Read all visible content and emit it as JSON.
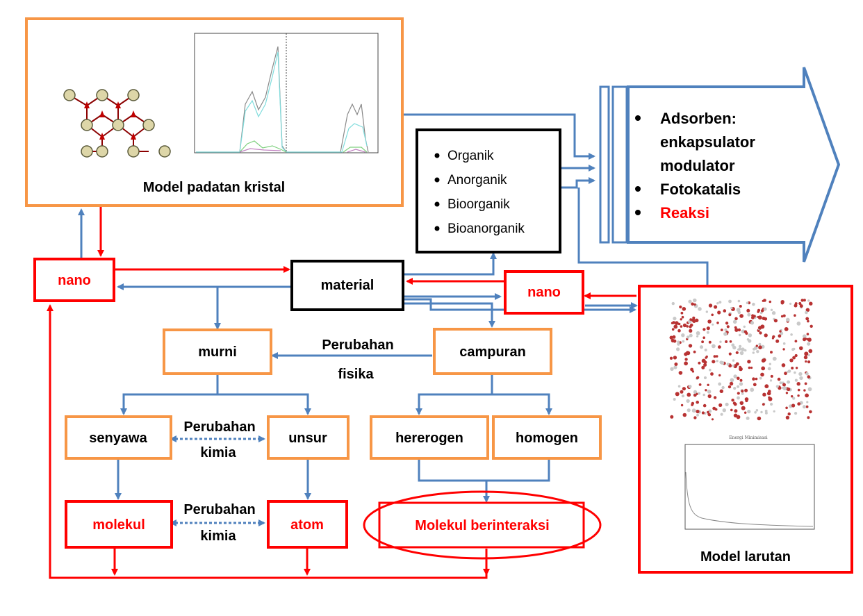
{
  "crystal_box": {
    "caption": "Model padatan kristal"
  },
  "solution_box": {
    "caption": "Model larutan",
    "plot_title": "Energi Minimisasi"
  },
  "classes_box": {
    "items": [
      "Organik",
      "Anorganik",
      "Bioorganik",
      "Bioanorganik"
    ]
  },
  "applications": {
    "items": [
      {
        "text": "Adsorben:",
        "color": "#000000"
      },
      {
        "text": "enkapsulator",
        "color": "#000000"
      },
      {
        "text": "modulator",
        "color": "#000000"
      },
      {
        "text": "Fotokatalis",
        "color": "#000000"
      },
      {
        "text": "Reaksi",
        "color": "#ff0000"
      }
    ]
  },
  "nodes": {
    "material": "material",
    "nano_left": "nano",
    "nano_right": "nano",
    "murni": "murni",
    "campuran": "campuran",
    "senyawa": "senyawa",
    "unsur": "unsur",
    "hererogen": "hererogen",
    "homogen": "homogen",
    "molekul": "molekul",
    "atom": "atom",
    "molekul_berinteraksi": "Molekul berinteraksi"
  },
  "edge_labels": {
    "perubahan_fisika_1": "Perubahan",
    "perubahan_fisika_2": "fisika",
    "perubahan_kimia_top_1": "Perubahan",
    "perubahan_kimia_top_2": "kimia",
    "perubahan_kimia_bottom_1": "Perubahan",
    "perubahan_kimia_bottom_2": "kimia"
  },
  "colors": {
    "orange": "#f79646",
    "red": "#ff0000",
    "blue": "#4f81bd",
    "black": "#000000"
  }
}
